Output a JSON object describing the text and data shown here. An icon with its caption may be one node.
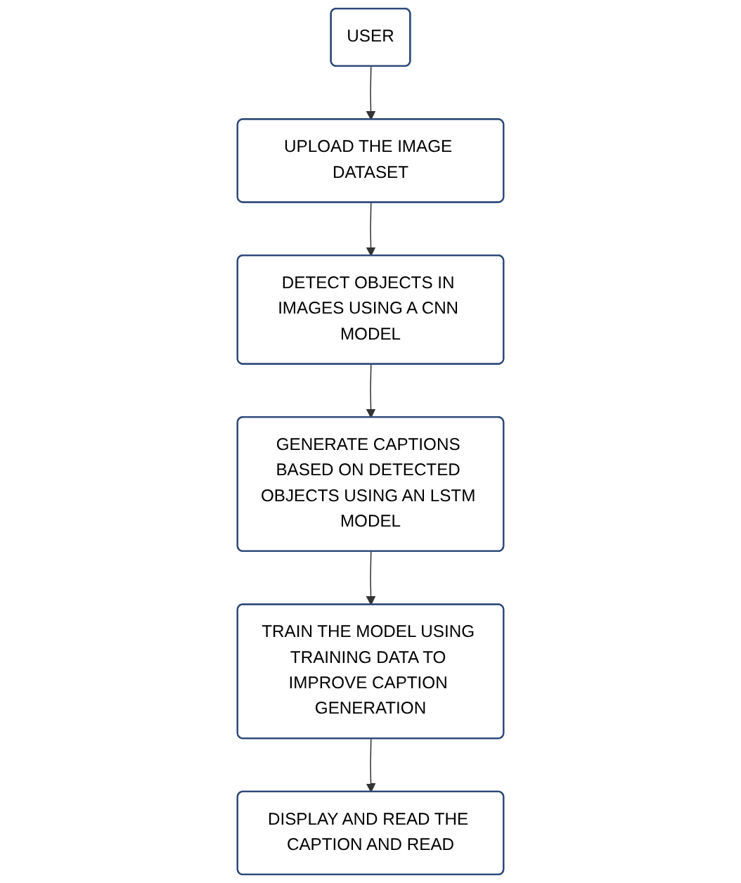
{
  "diagram": {
    "nodes": [
      {
        "text": [
          "USER"
        ]
      },
      {
        "text": [
          "UPLOAD THE IMAGE DATASET"
        ]
      },
      {
        "text": [
          "DETECT OBJECTS IN IMAGES USING A CNN MODEL"
        ]
      },
      {
        "text": [
          "GENERATE CAPTIONS BASED ON DETECTED OBJECTS USING AN LSTM MODEL"
        ]
      },
      {
        "text": [
          "TRAIN THE MODEL USING TRAINING DATA TO IMPROVE CAPTION GENERATION"
        ]
      },
      {
        "text": [
          "DISPLAY AND READ THE CAPTION AND READ"
        ]
      }
    ],
    "edges": [
      {
        "from": 0,
        "to": 1,
        "arrow": "to"
      },
      {
        "from": 1,
        "to": 2,
        "arrow": "to"
      },
      {
        "from": 2,
        "to": 3,
        "arrow": "to"
      },
      {
        "from": 3,
        "to": 4,
        "arrow": "to"
      },
      {
        "from": 4,
        "to": 5,
        "arrow": "to"
      }
    ]
  }
}
